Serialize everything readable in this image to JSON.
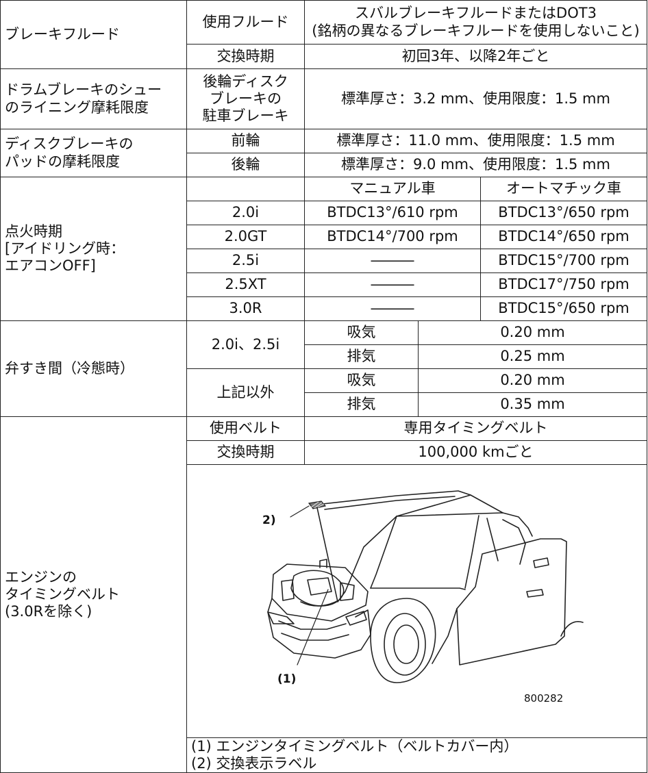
{
  "brake_fluid": {
    "label": "ブレーキフルード",
    "use_label": "使用フルード",
    "use_value": "スバルブレーキフルードまたはDOT3\n(銘柄の異なるブレーキフルードを使用しないこと)",
    "interval_label": "交換時期",
    "interval_value": "初回3年、以降2年ごと"
  },
  "drum_brake": {
    "label": "ドラムブレーキのシュー\nのライニング摩耗限度",
    "sub": "後輪ディスク\nブレーキの\n駐車ブレーキ",
    "value": "標準厚さ：3.2 mm、使用限度：1.5 mm"
  },
  "disc_brake": {
    "label": "ディスクブレーキの\nパッドの摩耗限度",
    "rows": [
      {
        "wheel": "前輪",
        "value": "標準厚さ：11.0 mm、使用限度：1.5 mm"
      },
      {
        "wheel": "後輪",
        "value": "標準厚さ：9.0 mm、使用限度：1.5 mm"
      }
    ]
  },
  "ignition": {
    "label": "点火時期\n[アイドリング時：\nエアコンOFF]",
    "col_manual": "マニュアル車",
    "col_auto": "オートマチック車",
    "rows": [
      {
        "model": "2.0i",
        "manual": "BTDC13°/610 rpm",
        "auto": "BTDC13°/650 rpm"
      },
      {
        "model": "2.0GT",
        "manual": "BTDC14°/700 rpm",
        "auto": "BTDC14°/650 rpm"
      },
      {
        "model": "2.5i",
        "manual": "―――",
        "auto": "BTDC15°/700 rpm"
      },
      {
        "model": "2.5XT",
        "manual": "―――",
        "auto": "BTDC17°/750 rpm"
      },
      {
        "model": "3.0R",
        "manual": "―――",
        "auto": "BTDC15°/650 rpm"
      }
    ]
  },
  "valve": {
    "label": "弁すき間（冷態時）",
    "groups": [
      {
        "model": "2.0i、2.5i",
        "intake_label": "吸気",
        "intake": "0.20 mm",
        "exhaust_label": "排気",
        "exhaust": "0.25 mm"
      },
      {
        "model": "上記以外",
        "intake_label": "吸気",
        "intake": "0.20 mm",
        "exhaust_label": "排気",
        "exhaust": "0.35 mm"
      }
    ]
  },
  "timing_belt": {
    "label": "エンジンの\nタイミングベルト\n(3.0Rを除く)",
    "belt_label": "使用ベルト",
    "belt_value": "専用タイミングベルト",
    "interval_label": "交換時期",
    "interval_value": "100,000 kmごと",
    "figure": {
      "callout_1": "(1)",
      "callout_2": "2)",
      "code": "800282"
    },
    "notes": [
      "(1) エンジンタイミングベルト（ベルトカバー内）",
      "(2) 交換表示ラベル"
    ]
  }
}
